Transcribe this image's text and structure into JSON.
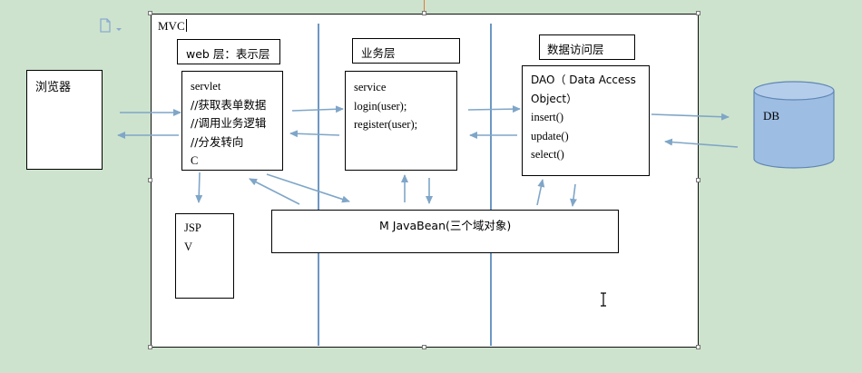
{
  "canvas_label": "MVC",
  "browser": {
    "label": "浏览器"
  },
  "web_layer": {
    "title": "web 层：表示层",
    "lines": [
      "servlet",
      "//获取表单数据",
      "//调用业务逻辑",
      "//分发转向",
      "C"
    ]
  },
  "service_layer": {
    "title": "业务层",
    "lines": [
      "service",
      "login(user);",
      "register(user);"
    ]
  },
  "data_layer": {
    "title": "数据访问层",
    "lines": [
      "DAO（ Data Access",
      "Object）",
      "insert()",
      "update()",
      "select()"
    ]
  },
  "view": {
    "lines": [
      "JSP",
      "V"
    ]
  },
  "model": {
    "label": "M JavaBean(三个域对象)"
  },
  "database": {
    "label": "DB"
  },
  "colors": {
    "arrow": "#7fa6c8",
    "divider": "#6d97c4",
    "db_fill": "#9dbde2",
    "db_stroke": "#5f86b5",
    "background": "#cde3cd"
  },
  "icons": [
    "document-icon",
    "chevron-down-icon",
    "text-cursor-icon"
  ]
}
